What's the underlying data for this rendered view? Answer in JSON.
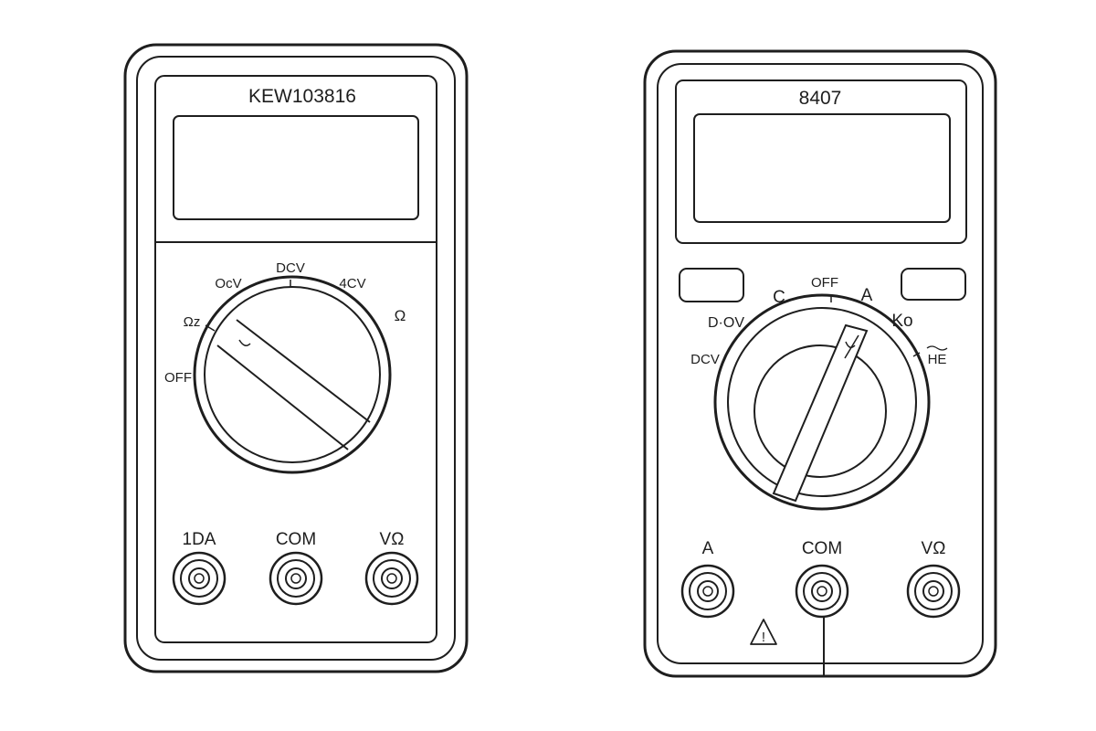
{
  "meter_left": {
    "model": "KEW103816",
    "dial_labels": [
      "OcV",
      "DCV",
      "4CV",
      "Ωz",
      "OFF",
      "Ω"
    ],
    "jacks": [
      "1DA",
      "COM",
      "VΩ"
    ]
  },
  "meter_right": {
    "model": "8407",
    "dial_labels": [
      "OFF",
      "C",
      "A",
      "D·OV",
      "Ko",
      "DCV",
      "HE"
    ],
    "jacks": [
      "A",
      "COM",
      "VΩ"
    ],
    "warning_symbol": "!"
  },
  "colors": {
    "line": "#1e1e1e",
    "background": "#ffffff"
  },
  "icons": [
    "dial-knob-icon",
    "jack-socket-icon",
    "warning-triangle-icon"
  ]
}
